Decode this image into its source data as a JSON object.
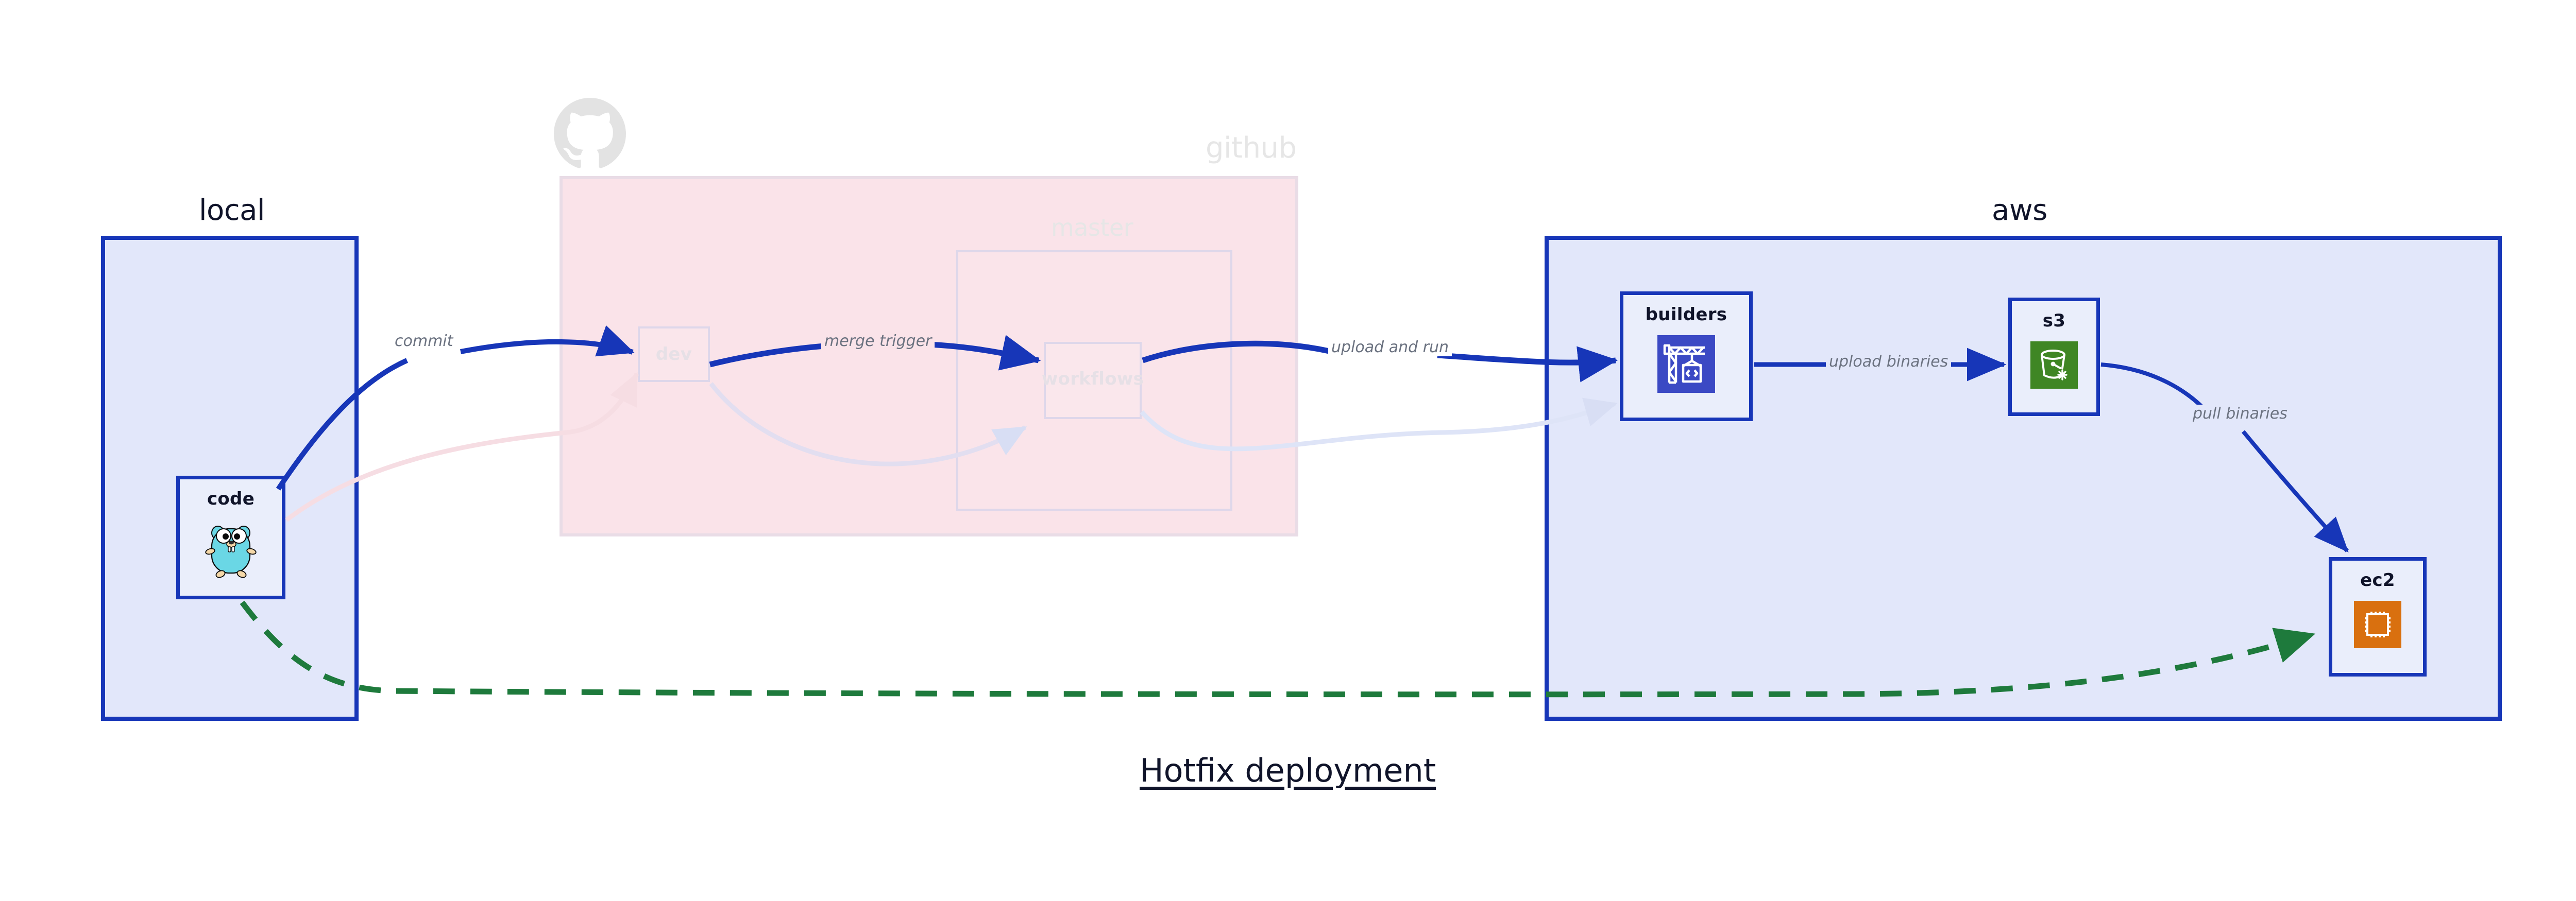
{
  "diagram": {
    "title": "Hotfix deployment",
    "colors": {
      "group_border": "#1736B8",
      "group_fill": "#E2E7FA",
      "ghost_border": "#DED7EA",
      "github_fill": "#FAE3E9",
      "edge_active": "#1736B8",
      "edge_ghost": "#D8DEF4",
      "edge_ghost_pink": "#F6DDE3",
      "hotfix_edge": "#1E7A3C",
      "label_text": "#6B7280",
      "node_title": "#10142A",
      "s3_icon_bg": "#3F8624",
      "ec2_icon_bg": "#D9700F",
      "builders_icon_bg": "#3B49C4",
      "gopher_body": "#6AD7E5"
    }
  },
  "groups": [
    {
      "key": "local",
      "label": "local",
      "faded": false
    },
    {
      "key": "github",
      "label": "github",
      "faded": true
    },
    {
      "key": "aws",
      "label": "aws",
      "faded": false
    }
  ],
  "github": {
    "label": "github",
    "logo_icon": "github-octocat-icon",
    "branch_label": "master"
  },
  "nodes": [
    {
      "key": "code",
      "label": "code",
      "icon": "go-gopher-icon",
      "faded": false
    },
    {
      "key": "dev",
      "label": "dev",
      "icon": "none",
      "faded": true
    },
    {
      "key": "workflows",
      "label": "workflows",
      "icon": "none",
      "faded": true
    },
    {
      "key": "builders",
      "label": "builders",
      "icon": "crane-build-icon",
      "faded": false
    },
    {
      "key": "s3",
      "label": "s3",
      "icon": "s3-bucket-icon",
      "faded": false
    },
    {
      "key": "ec2",
      "label": "ec2",
      "icon": "cpu-chip-icon",
      "faded": false
    }
  ],
  "edges": [
    {
      "key": "commit",
      "label": "commit",
      "from": "code",
      "to": "dev",
      "style": "solid",
      "state": "active"
    },
    {
      "key": "merge-trigger",
      "label": "merge trigger",
      "from": "dev",
      "to": "workflows",
      "style": "solid",
      "state": "active"
    },
    {
      "key": "upload-and-run",
      "label": "upload and run",
      "from": "workflows",
      "to": "builders",
      "style": "solid",
      "state": "active"
    },
    {
      "key": "upload-binaries",
      "label": "upload binaries",
      "from": "builders",
      "to": "s3",
      "style": "solid",
      "state": "active"
    },
    {
      "key": "pull-binaries",
      "label": "pull binaries",
      "from": "s3",
      "to": "ec2",
      "style": "solid",
      "state": "active"
    },
    {
      "key": "hotfix-direct",
      "label": "",
      "from": "code",
      "to": "ec2",
      "style": "dashed",
      "state": "hotfix"
    },
    {
      "key": "code-to-dev-ghost",
      "label": "",
      "from": "code",
      "to": "dev",
      "style": "solid",
      "state": "ghost"
    },
    {
      "key": "dev-to-workflows-ghost",
      "label": "",
      "from": "dev",
      "to": "workflows",
      "style": "solid",
      "state": "ghost"
    },
    {
      "key": "workflows-to-builders-ghost",
      "label": "",
      "from": "workflows",
      "to": "builders",
      "style": "solid",
      "state": "ghost"
    }
  ]
}
